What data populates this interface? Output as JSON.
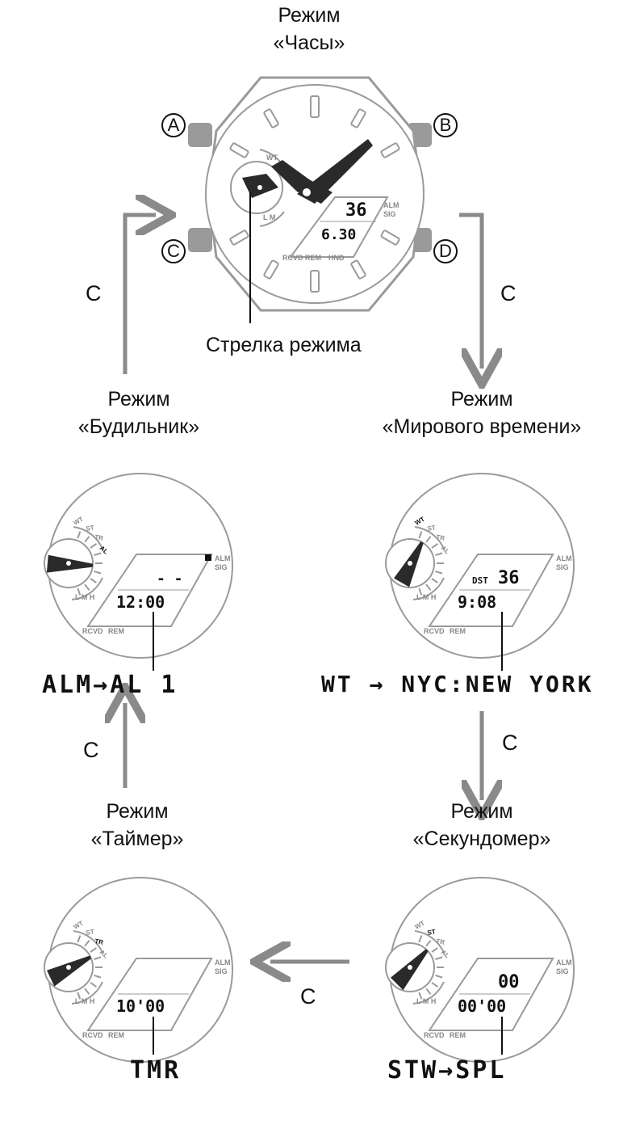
{
  "modes": {
    "clock": {
      "line1": "Режим",
      "line2": "«Часы»"
    },
    "world_time": {
      "line1": "Режим",
      "line2": "«Мирового времени»"
    },
    "alarm": {
      "line1": "Режим",
      "line2": "«Будильник»"
    },
    "timer": {
      "line1": "Режим",
      "line2": "«Таймер»"
    },
    "stopwatch": {
      "line1": "Режим",
      "line2": "«Секундомер»"
    }
  },
  "mode_hand_label": "Стрелка режима",
  "buttons": {
    "a": "A",
    "b": "B",
    "c": "C",
    "d": "D"
  },
  "arrow_label": "C",
  "codes": {
    "alarm": "ALM→AL 1",
    "world_time": "WT → NYC:NEW YORK",
    "timer": "TMR",
    "stopwatch": "STW→SPL"
  },
  "clock_display": {
    "top": "36",
    "bottom": "6.30",
    "ind1": "ALM",
    "ind2": "SIG",
    "bottom_labels": [
      "RCVD",
      "REM",
      "HND"
    ]
  },
  "alarm_display": {
    "top": "- -",
    "bottom": "12:00",
    "ind1": "ALM",
    "ind2": "SIG",
    "bottom_labels": [
      "RCVD",
      "REM"
    ],
    "dial_marks": [
      "WT",
      "ST",
      "TR",
      "AL",
      "L",
      "M",
      "H"
    ]
  },
  "world_display": {
    "top": "36",
    "dst": "DST",
    "bottom": "9:08",
    "ind1": "ALM",
    "ind2": "SIG",
    "bottom_labels": [
      "RCVD",
      "REM"
    ],
    "dial_marks": [
      "WT",
      "ST",
      "TR",
      "AL",
      "L",
      "M",
      "H"
    ]
  },
  "timer_display": {
    "bottom": "10'00",
    "ind1": "ALM",
    "ind2": "SIG",
    "bottom_labels": [
      "RCVD",
      "REM"
    ],
    "dial_marks": [
      "WT",
      "ST",
      "TR",
      "AL",
      "L",
      "M",
      "H"
    ]
  },
  "stopwatch_display": {
    "top": "00",
    "bottom": "00'00",
    "ind1": "ALM",
    "ind2": "SIG",
    "bottom_labels": [
      "RCVD",
      "REM"
    ],
    "dial_marks": [
      "WT",
      "ST",
      "TR",
      "AL",
      "L",
      "M",
      "H"
    ]
  },
  "colors": {
    "outline": "#9a9a9a",
    "arrow": "#8a8a8a",
    "hand": "#2a2a2a"
  }
}
